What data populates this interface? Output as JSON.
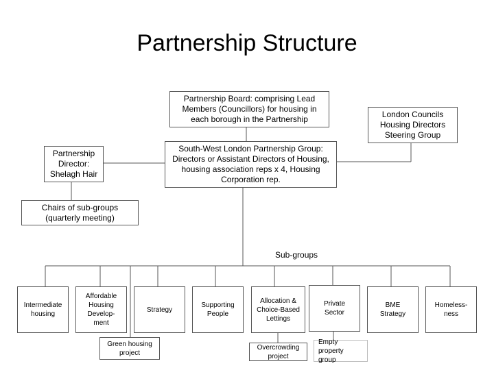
{
  "title": "Partnership Structure",
  "board": "Partnership Board: comprising Lead Members (Councillors) for housing in each borough in the Partnership",
  "london_councils": "London Councils Housing Directors Steering Group",
  "swlp_group": "South-West London Partnership Group: Directors or Assistant Directors of Housing, housing association reps x 4, Housing Corporation rep.",
  "director": "Partnership Director: Shelagh Hair",
  "chairs": "Chairs of sub-groups (quarterly meeting)",
  "subgroups_label": "Sub-groups",
  "subgroups": [
    "Intermediate housing",
    "Affordable Housing Develop-ment",
    "Strategy",
    "Supporting People",
    "Allocation & Choice-Based Lettings",
    "Private Sector",
    "BME Strategy",
    "Homeless-ness"
  ],
  "green_housing": "Green housing project",
  "overcrowding": "Overcrowding project",
  "empty_property": "Empty property group"
}
